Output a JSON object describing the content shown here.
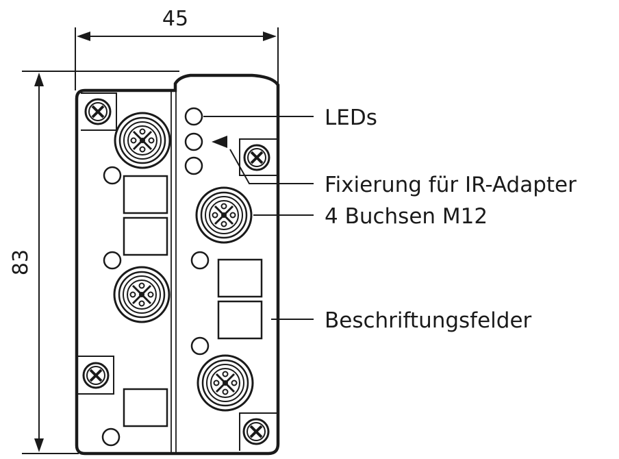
{
  "dimensions": {
    "width": "45",
    "height": "83"
  },
  "callouts": {
    "leds": "LEDs",
    "ir_fixing": "Fixierung für IR-Adapter",
    "sockets": "4 Buchsen M12",
    "label_fields": "Beschriftungsfelder"
  },
  "colors": {
    "line": "#1a1a1a",
    "fill": "#ffffff"
  }
}
